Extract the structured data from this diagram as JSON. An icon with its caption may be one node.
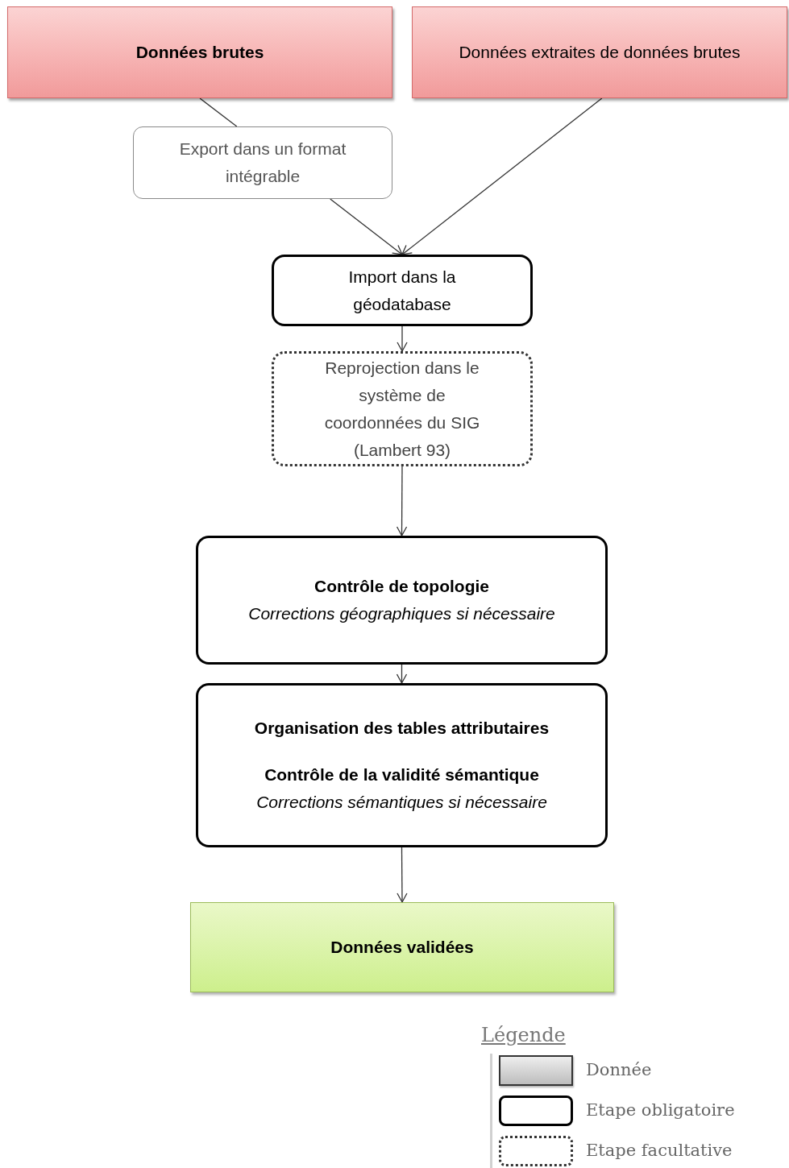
{
  "diagram": {
    "nodes": [
      {
        "text": [
          "Données brutes"
        ]
      },
      {
        "text": [
          "Données extraites de données brutes"
        ]
      },
      {
        "text": [
          "Export dans un format intégrable"
        ]
      },
      {
        "text": [
          "Import dans la géodatabase"
        ]
      },
      {
        "text": [
          "Reprojection dans le système de coordonnées du SIG (Lambert 93)"
        ]
      },
      {
        "text": [
          "Contrôle de topologie",
          "Corrections géographiques si nécessaire"
        ]
      },
      {
        "text": [
          "Organisation des tables attributaires",
          "Contrôle de la validité sémantique",
          "Corrections sémantiques si nécessaire"
        ]
      },
      {
        "text": [
          "Données validées"
        ]
      }
    ],
    "edges": [
      {
        "from": 0,
        "to": 2,
        "arrow": "none"
      },
      {
        "from": 2,
        "to": 3,
        "arrow": "to"
      },
      {
        "from": 1,
        "to": 3,
        "arrow": "to"
      },
      {
        "from": 3,
        "to": 4,
        "arrow": "to"
      },
      {
        "from": 4,
        "to": 5,
        "arrow": "to"
      },
      {
        "from": 5,
        "to": 6,
        "arrow": "to"
      },
      {
        "from": 6,
        "to": 7,
        "arrow": "to"
      }
    ],
    "labels": [
      "Légende"
    ],
    "legend": [
      {
        "text": "Donnée"
      },
      {
        "text": "Etape obligatoire"
      },
      {
        "text": "Etape facultative"
      }
    ]
  }
}
